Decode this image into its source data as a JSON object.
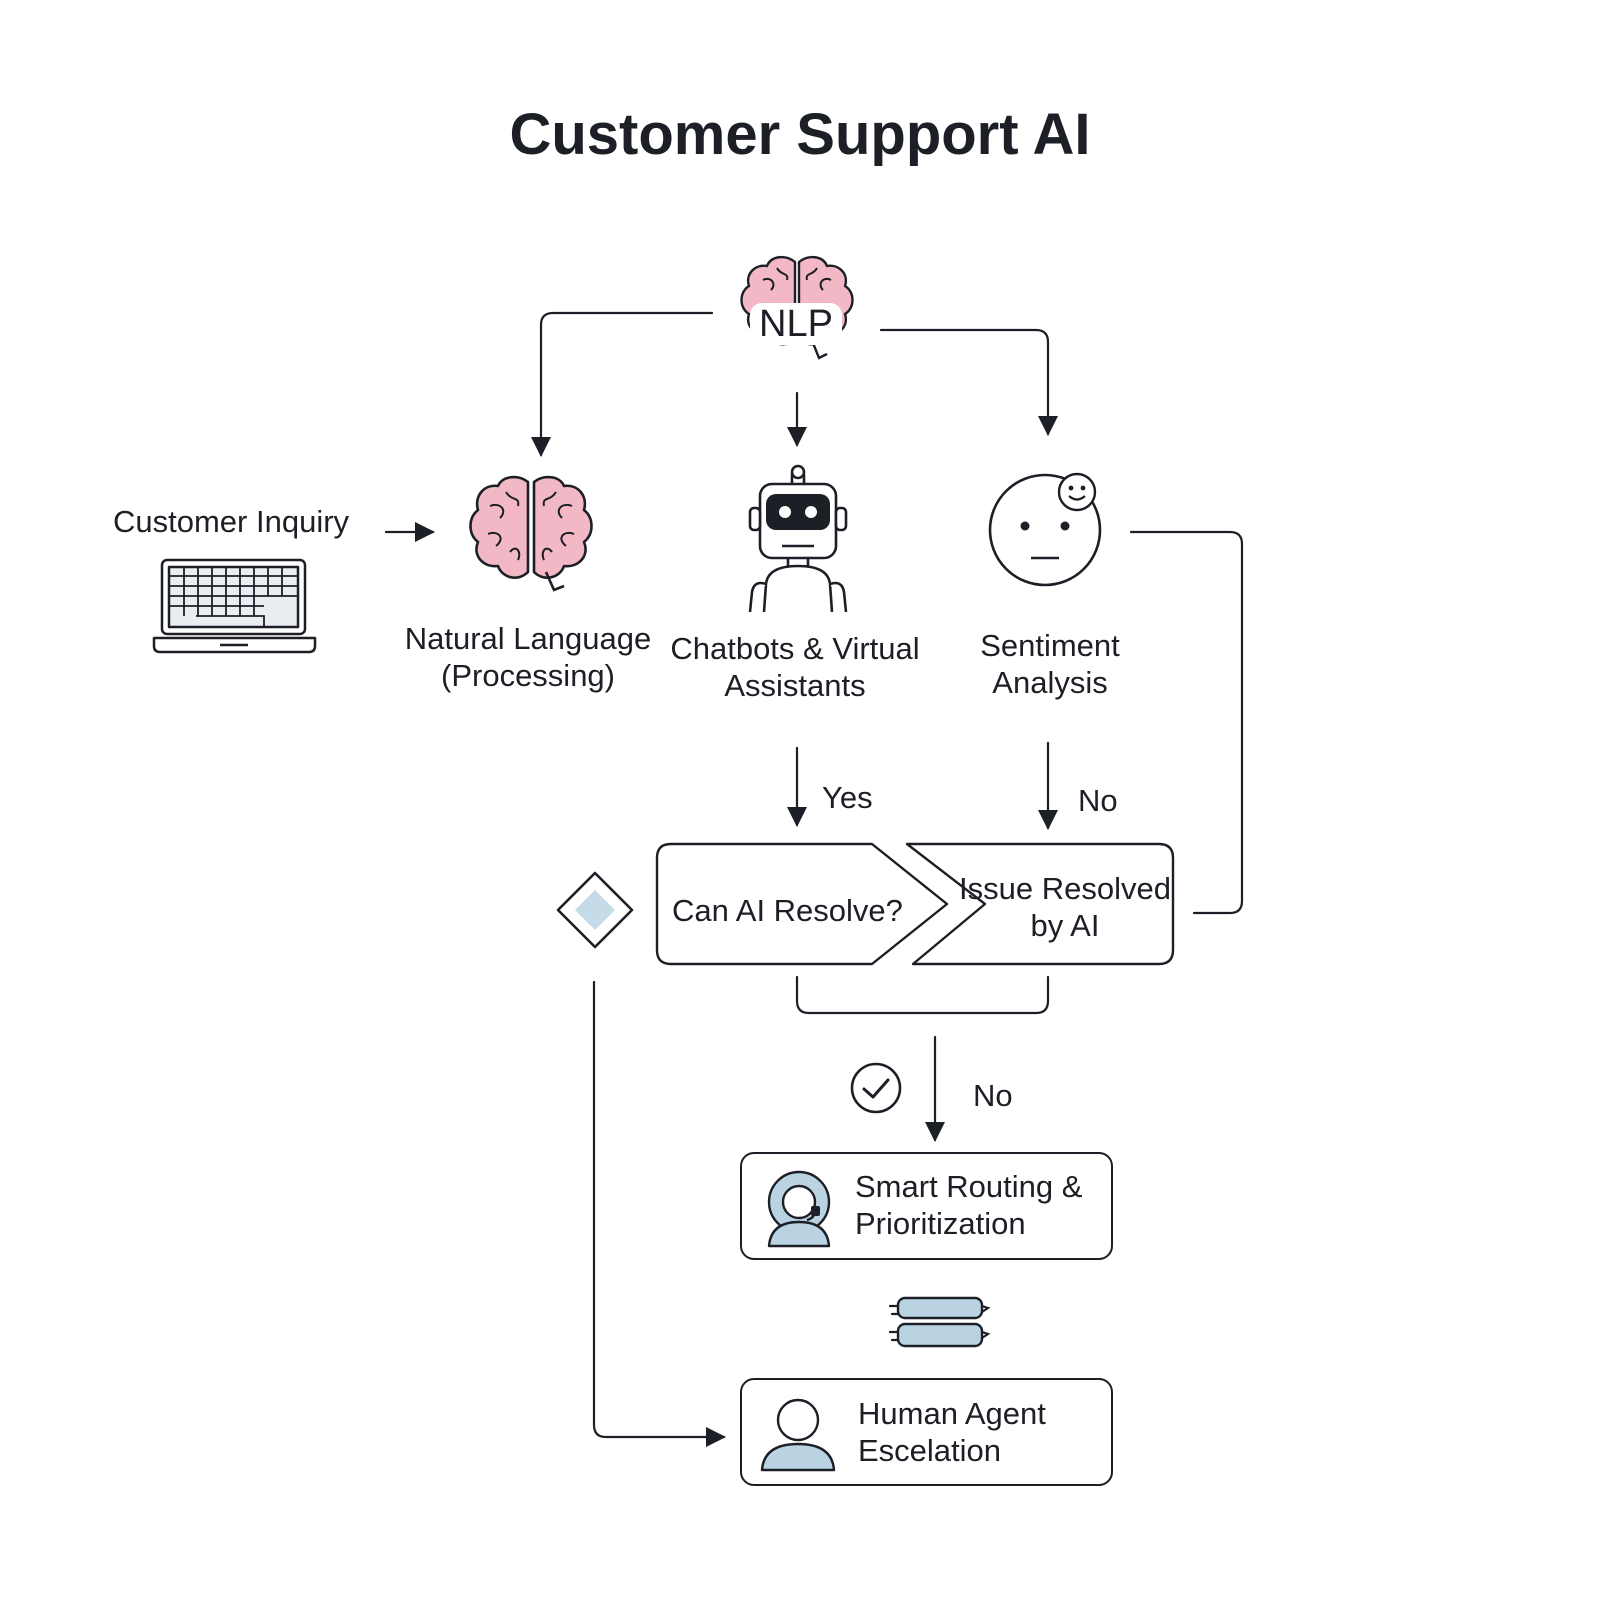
{
  "title": "Customer Support AI",
  "nodes": {
    "nlp_badge": "NLP",
    "customer_inquiry": "Customer Inquiry",
    "nlp_label": [
      "Natural Language",
      "(Processing)"
    ],
    "chatbots_label": [
      "Chatbots & Virtual",
      "Assistants"
    ],
    "sentiment_label": [
      "Sentiment",
      "Analysis"
    ],
    "decision": "Can AI Resolve?",
    "resolved": [
      "Issue Resolved",
      "by AI"
    ],
    "routing": [
      "Smart Routing &",
      "Prioritization"
    ],
    "human": [
      "Human Agent",
      "Escelation"
    ]
  },
  "edge_labels": {
    "yes": "Yes",
    "no_upper": "No",
    "no_lower": "No"
  },
  "colors": {
    "ink": "#1c1f26",
    "brain_pink": "#f2b8c6",
    "accent_blue": "#b9d3e3",
    "diamond_fill": "#c5dbe8"
  },
  "icons": [
    "brain-icon",
    "laptop-icon",
    "robot-icon",
    "neutral-face-icon",
    "smiley-icon",
    "diamond-icon",
    "checkmark-circle-icon",
    "headset-agent-icon",
    "server-stack-icon",
    "user-icon"
  ]
}
